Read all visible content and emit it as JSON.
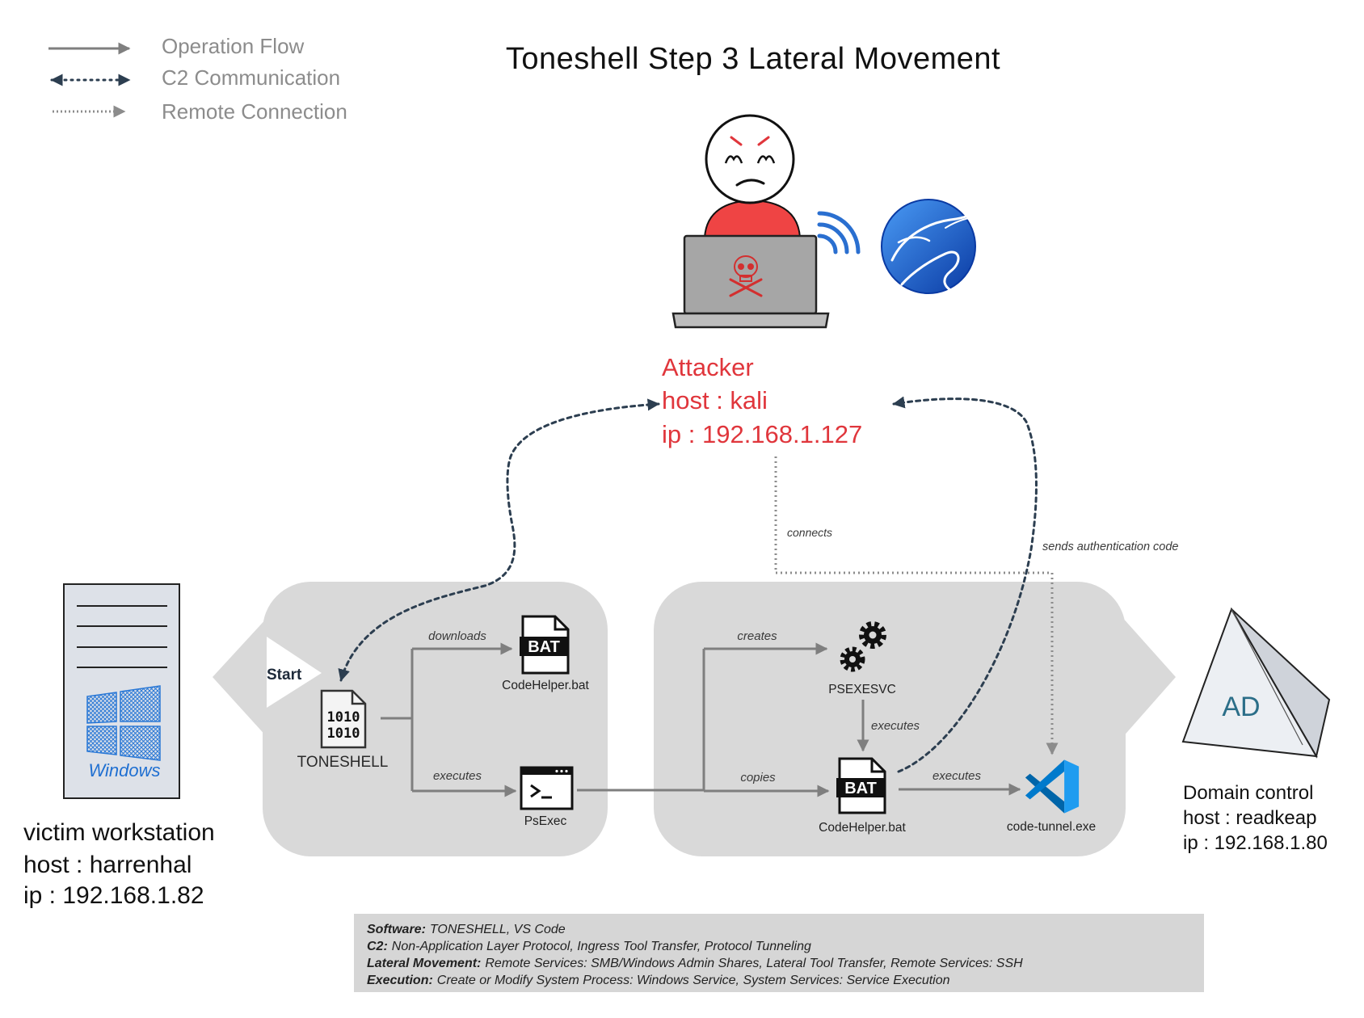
{
  "title": "Toneshell Step 3 Lateral Movement",
  "legend": {
    "items": [
      {
        "label": "Operation Flow"
      },
      {
        "label": "C2 Communication"
      },
      {
        "label": "Remote Connection"
      }
    ]
  },
  "attacker": {
    "role": "Attacker",
    "host": "host : kali",
    "ip": "ip : 192.168.1.127",
    "icons": [
      "attacker-person-icon",
      "laptop-skull-icon",
      "wifi-signal-icon",
      "kali-linux-logo-icon"
    ]
  },
  "victim": {
    "role": "victim workstation",
    "host": "host : harrenhal",
    "ip": "ip : 192.168.1.82",
    "logo_text": "Windows",
    "icon": "windows-workstation-icon"
  },
  "domain_controller": {
    "role": "Domain control",
    "host": "host : readkeap",
    "ip": "ip : 192.168.1.80",
    "badge": "AD",
    "icon": "active-directory-pyramid-icon"
  },
  "workstation_stage": {
    "start_label": "Start",
    "toneshell": {
      "icon": "binary-file-icon",
      "icon_lines": [
        "1010",
        "1010"
      ],
      "label": "TONESHELL"
    },
    "downloads_label": "downloads",
    "executes_label": "executes",
    "codehelper_bat": {
      "icon": "bat-file-icon",
      "icon_text": "BAT",
      "label": "CodeHelper.bat"
    },
    "psexec": {
      "icon": "terminal-icon",
      "label": "PsExec"
    }
  },
  "dc_stage": {
    "creates_label": "creates",
    "copies_label": "copies",
    "psexesvc": {
      "icon": "gears-icon",
      "label": "PSEXESVC"
    },
    "executes_label_1": "executes",
    "codehelper_bat": {
      "icon": "bat-file-icon",
      "icon_text": "BAT",
      "label": "CodeHelper.bat"
    },
    "executes_label_2": "executes",
    "code_tunnel": {
      "icon": "vscode-icon",
      "label": "code-tunnel.exe"
    }
  },
  "connections": {
    "connects_label": "connects",
    "auth_label": "sends authentication code"
  },
  "summary": [
    {
      "label": "Software:",
      "text": "TONESHELL, VS Code"
    },
    {
      "label": "C2:",
      "text": "Non-Application Layer Protocol, Ingress Tool Transfer, Protocol Tunneling"
    },
    {
      "label": "Lateral Movement:",
      "text": "Remote Services: SMB/Windows Admin Shares, Lateral Tool Transfer, Remote Services: SSH"
    },
    {
      "label": "Execution:",
      "text": "Create or Modify System Process: Windows Service, System Services: Service Execution"
    }
  ],
  "colors": {
    "attacker_text": "#e0363c",
    "windows_blue": "#1f6fd1",
    "stage_background": "#d9d9d9",
    "c2_line": "#2c3e50",
    "flow_line": "#7f7f7f",
    "remote_line": "#8c8c8c",
    "legend_text": "#8c8c8c",
    "ad_text": "#2b6e88"
  }
}
